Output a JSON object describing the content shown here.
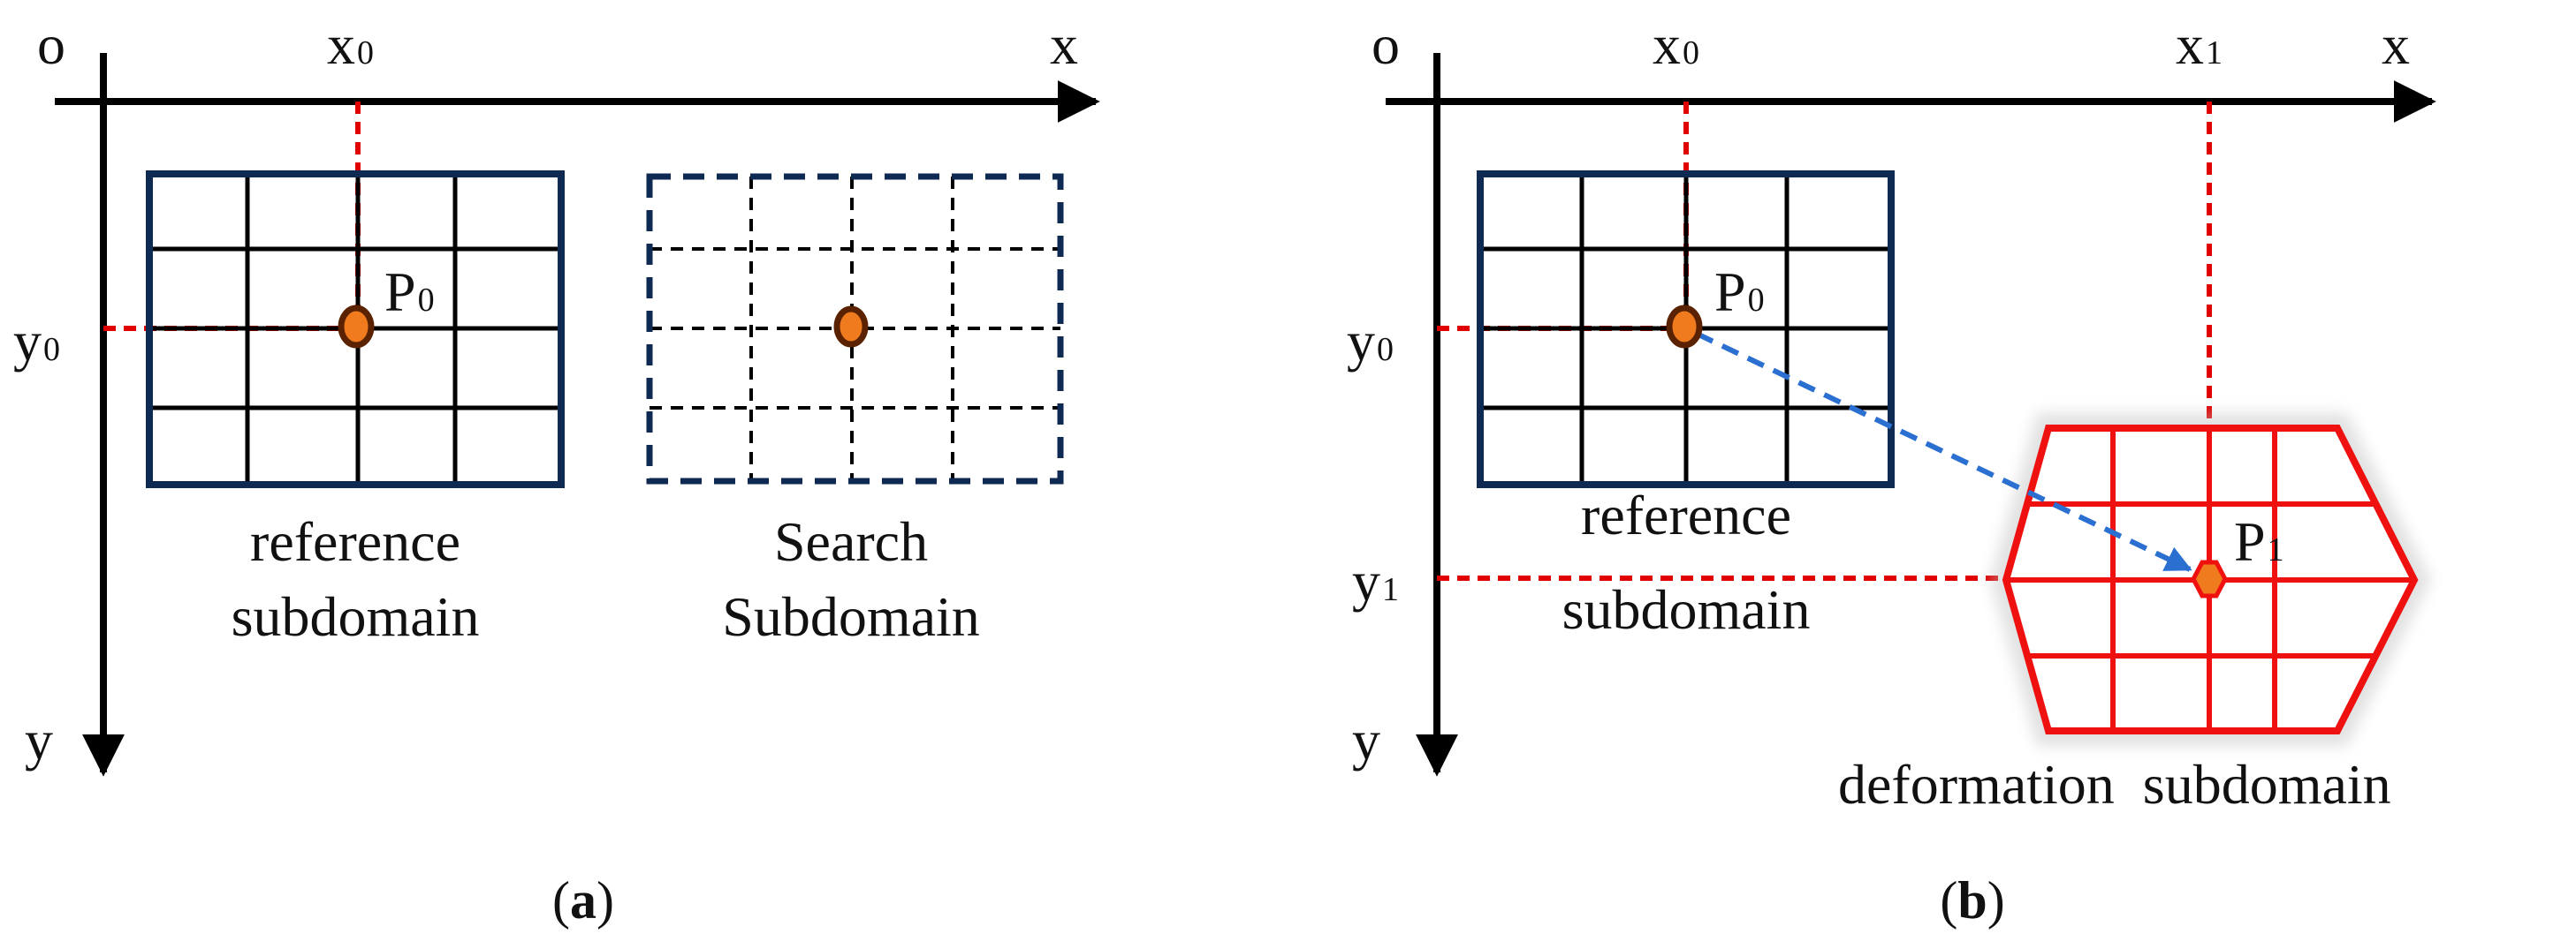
{
  "colors": {
    "axis": "#000000",
    "frame": "#0f2a52",
    "grid": "#000000",
    "guide": "#e00000",
    "point_fill": "#f07a1e",
    "point_edge": "#5a2200",
    "deformed": "#ef1010",
    "arrow": "#2b6fd1"
  },
  "panel_a": {
    "origin": "o",
    "x_axis": "x",
    "y_axis": "y",
    "x0": {
      "base": "x",
      "sub": "0"
    },
    "y0": {
      "base": "y",
      "sub": "0"
    },
    "p0": {
      "base": "P",
      "sub": "0"
    },
    "reference_line1": "reference",
    "reference_line2": "subdomain",
    "search_line1": "Search",
    "search_line2": "Subdomain",
    "caption": {
      "open": "(",
      "letter": "a",
      "close": ")"
    }
  },
  "panel_b": {
    "origin": "o",
    "x_axis": "x",
    "y_axis": "y",
    "x0": {
      "base": "x",
      "sub": "0"
    },
    "x1": {
      "base": "x",
      "sub": "1"
    },
    "y0": {
      "base": "y",
      "sub": "0"
    },
    "y1": {
      "base": "y",
      "sub": "1"
    },
    "p0": {
      "base": "P",
      "sub": "0"
    },
    "p1": {
      "base": "P",
      "sub": "1"
    },
    "reference_line1": "reference",
    "reference_line2": "subdomain",
    "deformation_label": "deformation  subdomain",
    "caption": {
      "open": "(",
      "letter": "b",
      "close": ")"
    }
  }
}
